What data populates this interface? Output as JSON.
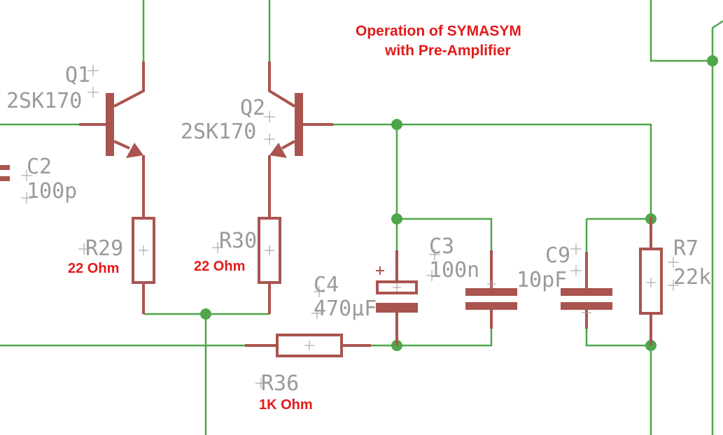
{
  "title": {
    "line1": "Operation of SYMASYM",
    "line2": "with Pre-Amplifier"
  },
  "components": {
    "q1": {
      "name": "Q1",
      "value": "2SK170"
    },
    "q2": {
      "name": "Q2",
      "value": "2SK170"
    },
    "c2": {
      "name": "C2",
      "value": "100p"
    },
    "r29": {
      "name": "R29",
      "note": "22 Ohm"
    },
    "r30": {
      "name": "R30",
      "note": "22 Ohm"
    },
    "c4": {
      "name": "C4",
      "value": "470µF"
    },
    "c3": {
      "name": "C3",
      "value": "100n"
    },
    "c9": {
      "name": "C9",
      "value": "10pF"
    },
    "r7": {
      "name": "R7",
      "value": "22k"
    },
    "r36": {
      "name": "R36",
      "note": "1K Ohm"
    }
  },
  "colors": {
    "wire": "#4ea64a",
    "component": "#a9544f",
    "label": "#9a9a9a",
    "annotation": "#e41a1a",
    "background": "#ffffff"
  }
}
